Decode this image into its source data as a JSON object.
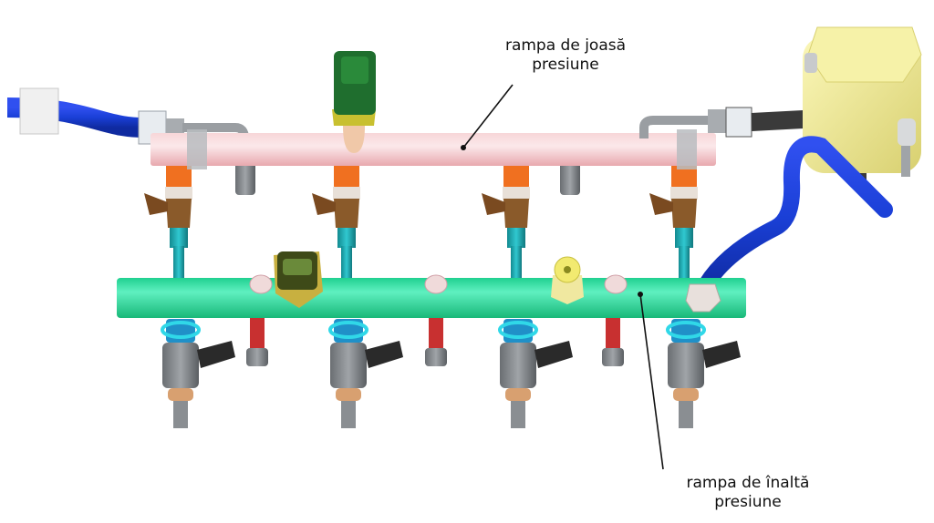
{
  "diagram": {
    "title": "Fuel rail assembly",
    "labels": {
      "low_pressure_rail": {
        "line1": "rampa de joasă",
        "line2": "presiune"
      },
      "high_pressure_rail": {
        "line1": "rampa de înaltă",
        "line2": "presiune"
      }
    },
    "components": {
      "low_pressure_rail": {
        "name": "low-pressure rail",
        "color": "#f4c4c8"
      },
      "high_pressure_rail": {
        "name": "high-pressure rail",
        "color": "#2fe0a0"
      },
      "fuel_hose": {
        "name": "blue fuel hose",
        "color": "#1a3fd6"
      },
      "return_hose": {
        "name": "dark return hose",
        "color": "#3a3a3a"
      },
      "high_pressure_pump": {
        "name": "high-pressure pump",
        "color": "#f2ee9a"
      },
      "low_pressure_sensor": {
        "name": "low-pressure sensor",
        "color": "#1f6e2e"
      },
      "high_pressure_sensor": {
        "name": "high-pressure sensor",
        "color": "#4a5a1a"
      },
      "pressure_valve": {
        "name": "pressure valve",
        "color": "#f2ea70"
      },
      "port_injector_count": 4,
      "direct_injector_count": 4,
      "port_injector_top_color": "#f07020",
      "port_injector_body_color": "#8a5a2a",
      "injector_stem_color": "#20a8b0",
      "direct_injector_color": "#707478",
      "red_pipe_color": "#c83030"
    }
  }
}
